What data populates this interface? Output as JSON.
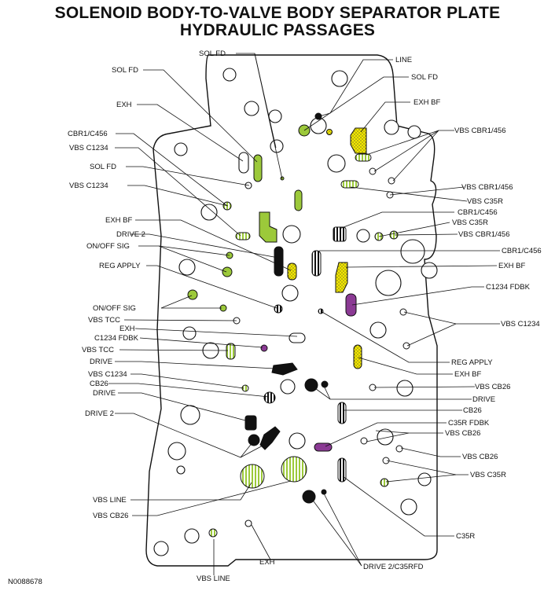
{
  "title": {
    "line1": "SOLENOID BODY-TO-VALVE BODY SEPARATOR PLATE",
    "line2": "HYDRAULIC PASSAGES"
  },
  "figure_id": "N0088678",
  "colors": {
    "lime": "#9cc93a",
    "yellow": "#f3e800",
    "purple": "#8b3a94",
    "black": "#111111",
    "line": "#111111"
  },
  "labels": {
    "sol_fd_top": "SOL FD",
    "line": "LINE",
    "sol_fd_left": "SOL FD",
    "sol_fd_right": "SOL FD",
    "exh_left": "EXH",
    "exh_bf_top": "EXH BF",
    "vbs_cbr1_456_a": "VBS CBR1/456",
    "cbr1_c456_left": "CBR1/C456",
    "vbs_c1234_a": "VBS C1234",
    "sol_fd_mid": "SOL FD",
    "vbs_c1234_b": "VBS C1234",
    "vbs_cbr1_456_b": "VBS CBR1/456",
    "vbs_c35r_a": "VBS C35R",
    "cbr1_c456_r1": "CBR1/C456",
    "vbs_c35r_b": "VBS C35R",
    "vbs_cbr1_456_c": "VBS CBR1/456",
    "exh_bf_left": "EXH BF",
    "drive2_a": "DRIVE 2",
    "on_off_sig_a": "ON/OFF SIG",
    "cbr1_c456_r2": "CBR1/C456",
    "reg_apply_left": "REG APPLY",
    "exh_bf_r2": "EXH BF",
    "c1234_fdbk_right": "C1234 FDBK",
    "on_off_sig_b": "ON/OFF SIG",
    "vbs_tcc_a": "VBS TCC",
    "vbs_c1234_right": "VBS C1234",
    "exh_mid": "EXH",
    "c1234_fdbk_left": "C1234 FDBK",
    "vbs_tcc_b": "VBS TCC",
    "drive_a": "DRIVE",
    "reg_apply_right": "REG APPLY",
    "exh_bf_r3": "EXH BF",
    "vbs_c1234_c": "VBS C1234",
    "cb26_left": "CB26",
    "vbs_cb26_a": "VBS CB26",
    "drive_b": "DRIVE",
    "drive_right": "DRIVE",
    "cb26_right": "CB26",
    "drive2_b": "DRIVE 2",
    "c35r_fdbk": "C35R FDBK",
    "vbs_cb26_b": "VBS CB26",
    "vbs_cb26_c": "VBS CB26",
    "vbs_c35r_c": "VBS C35R",
    "vbs_line": "VBS LINE",
    "vbs_cb26_left": "VBS CB26",
    "c35r": "C35R",
    "exh_bottom": "EXH",
    "drive2_c35rfd": "DRIVE 2/C35RFD",
    "vbs_line_bottom": "VBS LINE"
  }
}
